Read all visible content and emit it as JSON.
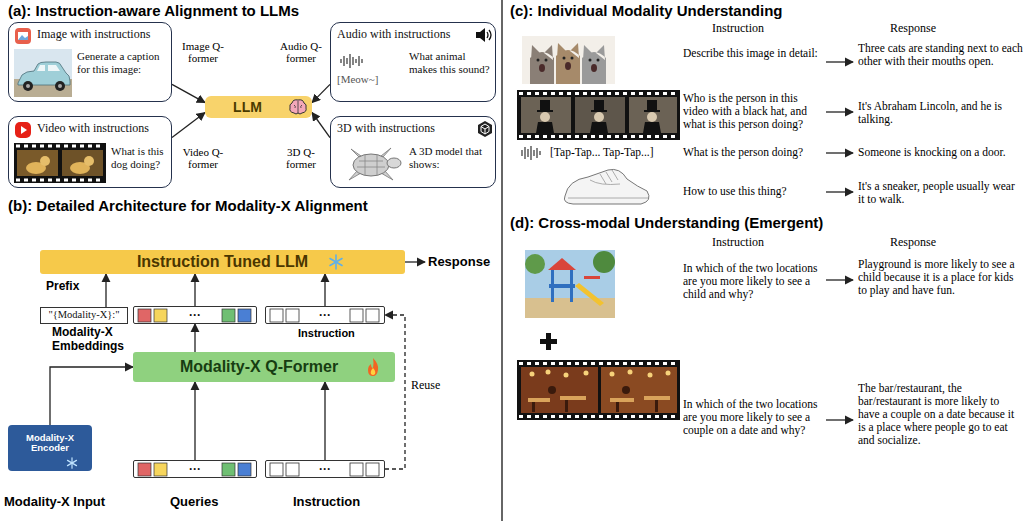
{
  "diagram": {
    "nodes": [
      {
        "text": [
          "Image with instructions",
          "Generate a caption for this image:"
        ]
      },
      {
        "text": [
          "Audio with instructions",
          "[Meow~]",
          "What animal makes this sound?"
        ]
      },
      {
        "text": [
          "LLM"
        ]
      },
      {
        "text": [
          "Video with instructions",
          "What is this dog doing?"
        ]
      },
      {
        "text": [
          "3D with instructions",
          "A 3D model that shows:"
        ]
      },
      {
        "text": [
          "Instruction Tuned LLM"
        ]
      },
      {
        "text": [
          "\"{Modality-X}:\""
        ]
      },
      {
        "text": [
          "···"
        ]
      },
      {
        "text": [
          "···"
        ]
      },
      {
        "text": [
          "Modality-X Q-Former"
        ]
      },
      {
        "text": [
          "Modality-X Encoder"
        ]
      },
      {
        "text": [
          "···"
        ]
      },
      {
        "text": [
          "···"
        ]
      }
    ],
    "edges": [
      {
        "from": 0,
        "to": 2,
        "label": "Image Q-former",
        "arrow": "to"
      },
      {
        "from": 1,
        "to": 2,
        "label": "Audio Q-former",
        "arrow": "to"
      },
      {
        "from": 3,
        "to": 2,
        "label": "Video Q-former",
        "arrow": "to"
      },
      {
        "from": 4,
        "to": 2,
        "label": "3D Q-former",
        "arrow": "to"
      },
      {
        "from": 6,
        "to": 5,
        "label": "Prefix",
        "arrow": "to"
      },
      {
        "from": 7,
        "to": 5,
        "arrow": "to"
      },
      {
        "from": 8,
        "to": 5,
        "arrow": "to"
      },
      {
        "from": 9,
        "to": 7,
        "arrow": "to"
      },
      {
        "from": 10,
        "to": 9,
        "arrow": "to"
      },
      {
        "from": 11,
        "to": 9,
        "arrow": "to"
      },
      {
        "from": 12,
        "to": 9,
        "arrow": "to"
      },
      {
        "from": 12,
        "to": 8,
        "label": "Reuse",
        "arrow": "to"
      }
    ],
    "labels": [
      "(a): Instruction-aware Alignment to LLMs",
      "(b): Detailed Architecture for Modality-X Alignment",
      "Response",
      "Modality-X Embeddings",
      "Instruction",
      "Modality-X Input",
      "Queries",
      "Instruction",
      "(c): Individual Modality Understanding",
      "Instruction",
      "Response",
      "Describe this image in detail:",
      "Three cats are standing next to each other with their mouths open.",
      "Who is the person in this video with a black hat, and what is this person doing?",
      "It's Abraham Lincoln, and he is talking.",
      "[Tap-Tap... Tap-Tap...]",
      "What is the person doing?",
      "Someone is knocking on a door.",
      "How to use this thing?",
      "It's a sneaker, people usually wear it to walk.",
      "(d): Cross-modal Understanding (Emergent)",
      "Instruction",
      "Response",
      "In which of the two locations are you more likely to see a child and why?",
      "Playground is more likely to see a child because it is a place for kids to play and have fun.",
      "In which of the two locations are you more likely to see a couple on a date and why?",
      "The bar/restaurant, the bar/restaurant is more likely to have a couple on a date because it is a place where people go to eat and socialize."
    ]
  }
}
